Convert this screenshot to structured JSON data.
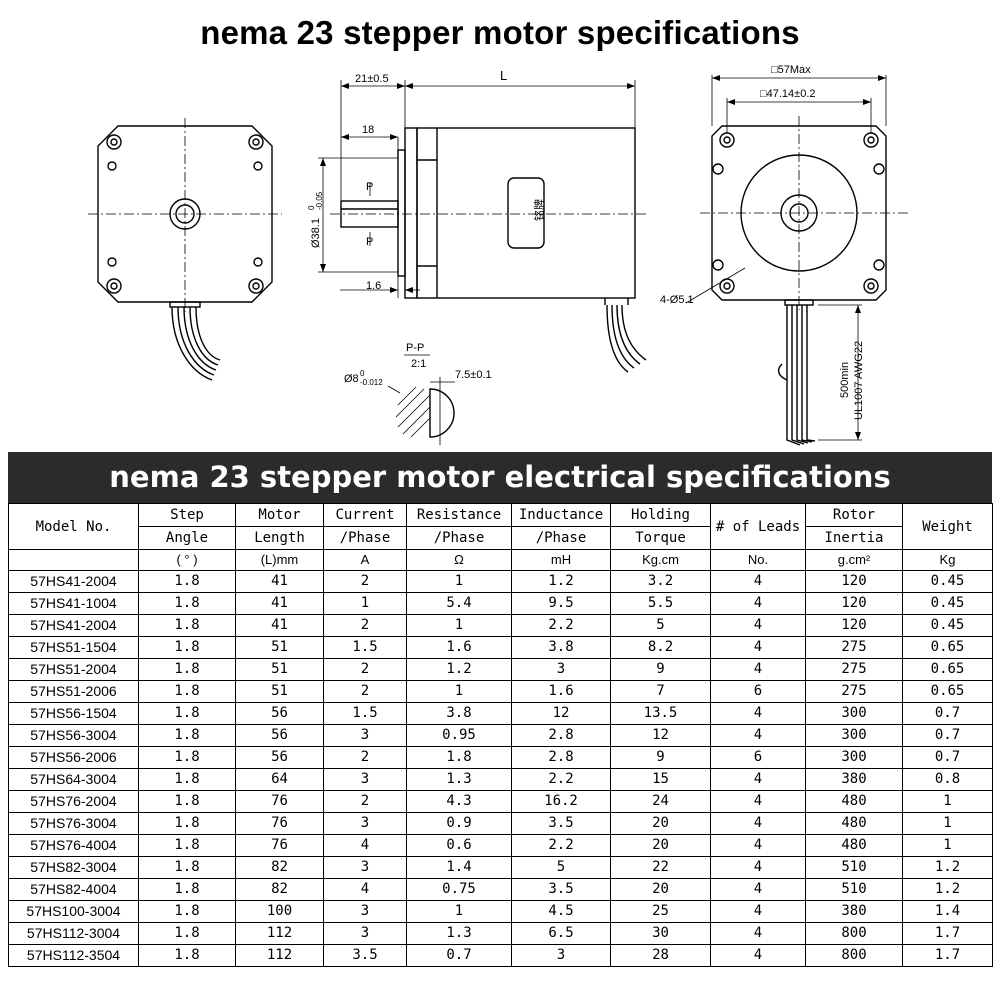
{
  "page": {
    "title": "nema 23 stepper motor specifications",
    "banner": "nema 23 stepper motor electrical specifications"
  },
  "drawing": {
    "dim_21": "21±0.5",
    "dim_L": "L",
    "dim_18": "18",
    "dim_38": "Ø38.1",
    "dim_38_tol_top": "0",
    "dim_38_tol_bot": "-0.05",
    "dim_1_6": "1.6",
    "label_p_top": "P",
    "label_p_bot": "P",
    "nameplate": "铭牌",
    "dim_57max": "□57Max",
    "dim_47": "□47.14±0.2",
    "dim_holes": "4-Ø5.1",
    "lead_len": "500min",
    "lead_wire": "UL1007 AWG22",
    "section_label": "P-P",
    "section_scale": "2:1",
    "dim_8": "Ø8",
    "dim_8_tol_top": "0",
    "dim_8_tol_bot": "-0.012",
    "dim_7_5": "7.5±0.1"
  },
  "table": {
    "header_row1": [
      "Model No.",
      "Step",
      "Motor",
      "Current",
      "Resistance",
      "Inductance",
      "Holding",
      "# of Leads",
      "Rotor",
      "Weight"
    ],
    "header_row2": [
      "Angle",
      "Length",
      "/Phase",
      "/Phase",
      "/Phase",
      "Torque",
      "Inertia"
    ],
    "units": [
      "( ° )",
      "(L)mm",
      "A",
      "Ω",
      "mH",
      "Kg.cm",
      "No.",
      "g.cm²",
      "Kg"
    ],
    "rows": [
      [
        "57HS41-2004",
        "1.8",
        "41",
        "2",
        "1",
        "1.2",
        "3.2",
        "4",
        "120",
        "0.45"
      ],
      [
        "57HS41-1004",
        "1.8",
        "41",
        "1",
        "5.4",
        "9.5",
        "5.5",
        "4",
        "120",
        "0.45"
      ],
      [
        "57HS41-2004",
        "1.8",
        "41",
        "2",
        "1",
        "2.2",
        "5",
        "4",
        "120",
        "0.45"
      ],
      [
        "57HS51-1504",
        "1.8",
        "51",
        "1.5",
        "1.6",
        "3.8",
        "8.2",
        "4",
        "275",
        "0.65"
      ],
      [
        "57HS51-2004",
        "1.8",
        "51",
        "2",
        "1.2",
        "3",
        "9",
        "4",
        "275",
        "0.65"
      ],
      [
        "57HS51-2006",
        "1.8",
        "51",
        "2",
        "1",
        "1.6",
        "7",
        "6",
        "275",
        "0.65"
      ],
      [
        "57HS56-1504",
        "1.8",
        "56",
        "1.5",
        "3.8",
        "12",
        "13.5",
        "4",
        "300",
        "0.7"
      ],
      [
        "57HS56-3004",
        "1.8",
        "56",
        "3",
        "0.95",
        "2.8",
        "12",
        "4",
        "300",
        "0.7"
      ],
      [
        "57HS56-2006",
        "1.8",
        "56",
        "2",
        "1.8",
        "2.8",
        "9",
        "6",
        "300",
        "0.7"
      ],
      [
        "57HS64-3004",
        "1.8",
        "64",
        "3",
        "1.3",
        "2.2",
        "15",
        "4",
        "380",
        "0.8"
      ],
      [
        "57HS76-2004",
        "1.8",
        "76",
        "2",
        "4.3",
        "16.2",
        "24",
        "4",
        "480",
        "1"
      ],
      [
        "57HS76-3004",
        "1.8",
        "76",
        "3",
        "0.9",
        "3.5",
        "20",
        "4",
        "480",
        "1"
      ],
      [
        "57HS76-4004",
        "1.8",
        "76",
        "4",
        "0.6",
        "2.2",
        "20",
        "4",
        "480",
        "1"
      ],
      [
        "57HS82-3004",
        "1.8",
        "82",
        "3",
        "1.4",
        "5",
        "22",
        "4",
        "510",
        "1.2"
      ],
      [
        "57HS82-4004",
        "1.8",
        "82",
        "4",
        "0.75",
        "3.5",
        "20",
        "4",
        "510",
        "1.2"
      ],
      [
        "57HS100-3004",
        "1.8",
        "100",
        "3",
        "1",
        "4.5",
        "25",
        "4",
        "380",
        "1.4"
      ],
      [
        "57HS112-3004",
        "1.8",
        "112",
        "3",
        "1.3",
        "6.5",
        "30",
        "4",
        "800",
        "1.7"
      ],
      [
        "57HS112-3504",
        "1.8",
        "112",
        "3.5",
        "0.7",
        "3",
        "28",
        "4",
        "800",
        "1.7"
      ]
    ]
  }
}
